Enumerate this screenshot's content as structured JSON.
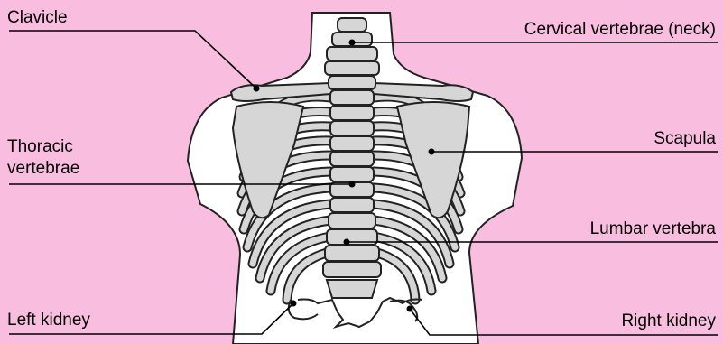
{
  "labels": {
    "clavicle": "Clavicle",
    "cervical": "Cervical vertebrae (neck)",
    "thoracic_line1": "Thoracic",
    "thoracic_line2": "vertebrae",
    "scapula": "Scapula",
    "lumbar": "Lumbar vertebra",
    "left_kidney": "Left kidney",
    "right_kidney": "Right kidney"
  },
  "colors": {
    "background": "#f8bddf",
    "torso": "#ffffff",
    "bone": "#d6d6d6",
    "outline": "#222222"
  }
}
